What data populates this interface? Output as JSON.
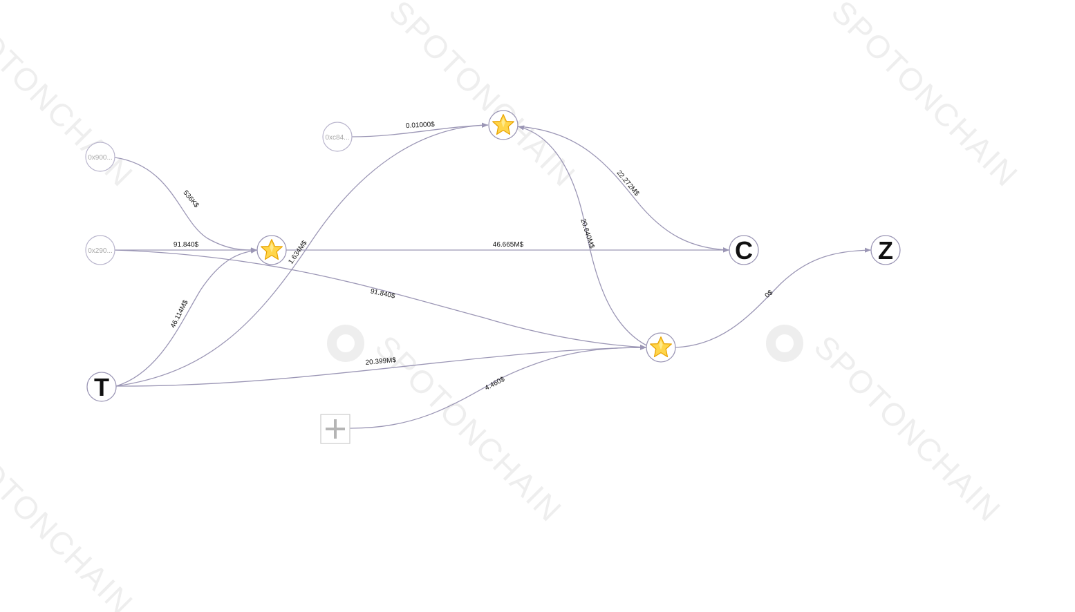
{
  "watermark": {
    "text": "SPOTONCHAIN",
    "color": "#eeeeee"
  },
  "colors": {
    "edge": "#9b96b5",
    "star_fill": "#ffd54a",
    "star_stroke": "#e8a200"
  },
  "nodes": {
    "addr_0x900": {
      "label": "0x900...",
      "kind": "address"
    },
    "addr_0x290": {
      "label": "0x290...",
      "kind": "address"
    },
    "addr_0xc84": {
      "label": "0xc84...",
      "kind": "address"
    },
    "star_1": {
      "kind": "star",
      "icon": "star-icon"
    },
    "star_2": {
      "kind": "star",
      "icon": "star-icon"
    },
    "star_3": {
      "kind": "star",
      "icon": "star-icon"
    },
    "entity_T": {
      "label": "T",
      "kind": "entity"
    },
    "entity_C": {
      "label": "C",
      "kind": "entity"
    },
    "entity_Z": {
      "label": "Z",
      "kind": "entity"
    },
    "add_node": {
      "kind": "add",
      "icon": "plus-icon"
    }
  },
  "edges": [
    {
      "from": "addr_0x900",
      "to": "star_1",
      "label": "536K$"
    },
    {
      "from": "addr_0x290",
      "to": "star_1",
      "label": "91.840$"
    },
    {
      "from": "addr_0x290",
      "to": "star_3",
      "label": "91.840$"
    },
    {
      "from": "addr_0xc84",
      "to": "star_2",
      "label": "0.01000$"
    },
    {
      "from": "entity_T",
      "to": "star_1",
      "label": "46.114M$"
    },
    {
      "from": "entity_T",
      "to": "star_2",
      "label": "1.634M$"
    },
    {
      "from": "entity_T",
      "to": "star_3",
      "label": "20.399M$"
    },
    {
      "from": "star_1",
      "to": "entity_C",
      "label": "46.665M$"
    },
    {
      "from": "star_2",
      "to": "entity_C",
      "label": "22.272M$"
    },
    {
      "from": "star_3",
      "to": "star_2",
      "label": "20.640M$"
    },
    {
      "from": "star_3",
      "to": "entity_Z",
      "label": "0$"
    },
    {
      "from": "add_node",
      "to": "star_3",
      "label": "4.460$"
    }
  ]
}
